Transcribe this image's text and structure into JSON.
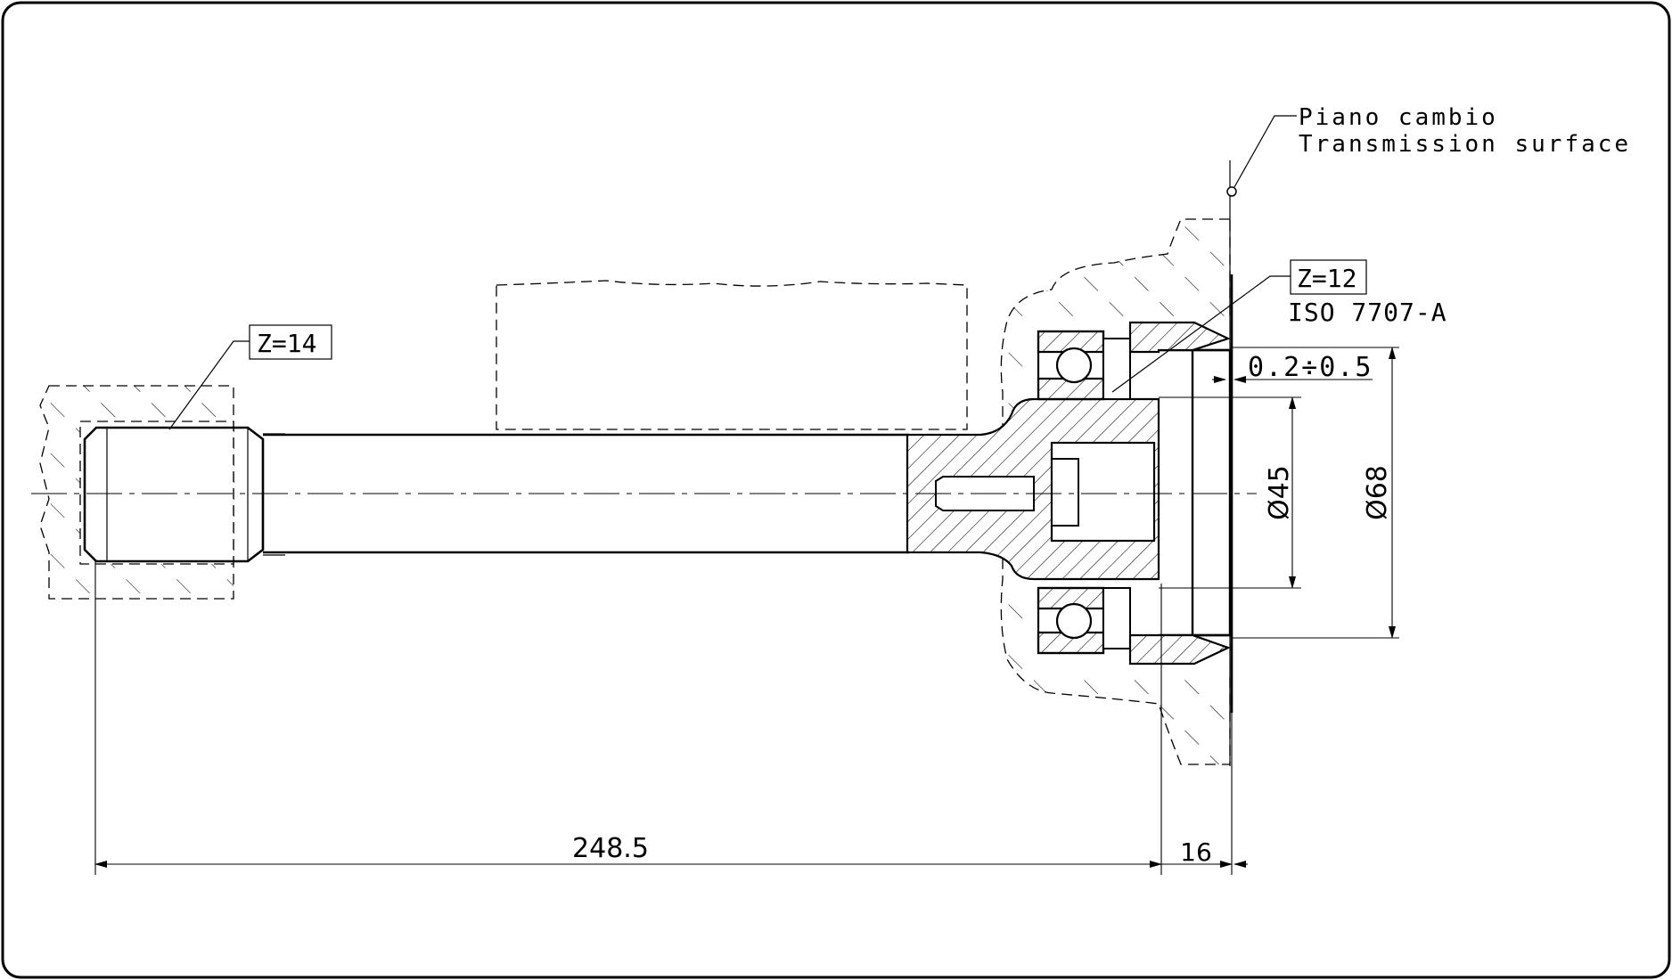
{
  "labels": {
    "surface_it": "Piano cambio",
    "surface_en": "Transmission surface",
    "spline_left": "Z=14",
    "spline_right": "Z=12",
    "standard": "ISO 7707-A",
    "clearance": "0.2÷0.5",
    "dia_inner": "Ø45",
    "dia_outer": "Ø68",
    "length_main": "248.5",
    "length_flange": "16"
  }
}
